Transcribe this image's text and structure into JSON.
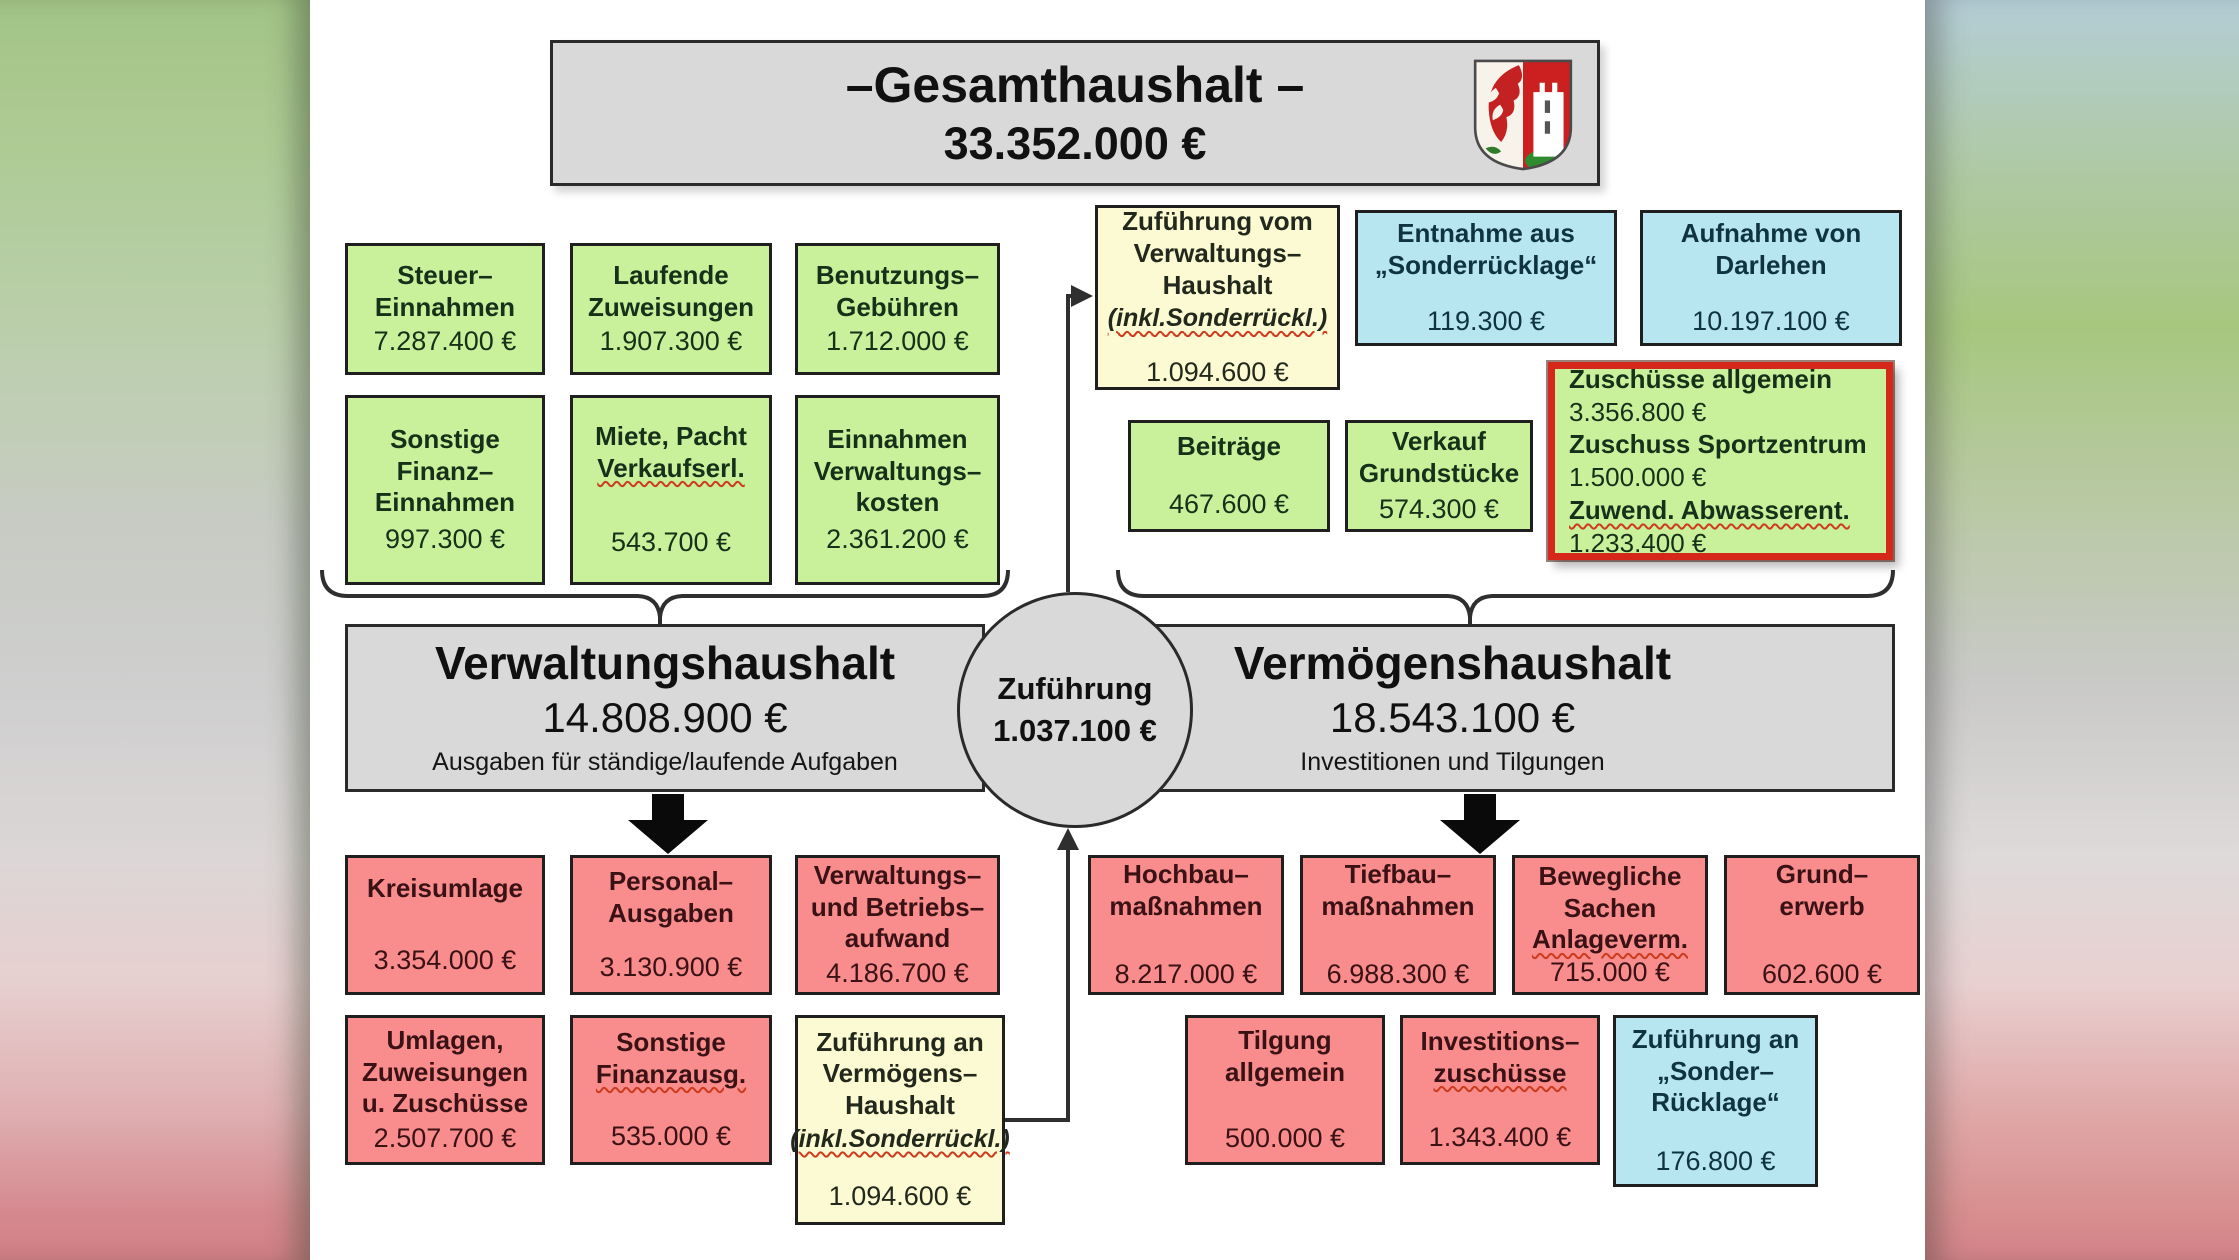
{
  "title_box": {
    "title": "–Gesamthaushalt –",
    "amount": "33.352.000 €",
    "crest_icon": "coat-of-arms-icon"
  },
  "verwaltungshaushalt": {
    "title": "Verwaltungshaushalt",
    "amount": "14.808.900 €",
    "subtitle": "Ausgaben für ständige/laufende Aufgaben"
  },
  "vermoegenshaushalt": {
    "title": "Vermögenshaushalt",
    "amount": "18.543.100 €",
    "subtitle": "Investitionen und Tilgungen"
  },
  "zufuehrung_circle": {
    "title": "Zuführung",
    "amount": "1.037.100 €"
  },
  "verwaltung_einnahmen": [
    {
      "title": "Steuer–\nEinnahmen",
      "amount": "7.287.400 €"
    },
    {
      "title": "Laufende\nZuweisungen",
      "amount": "1.907.300 €"
    },
    {
      "title": "Benutzungs–\nGebühren",
      "amount": "1.712.000 €"
    },
    {
      "title": "Sonstige\nFinanz–\nEinnahmen",
      "amount": "997.300 €"
    },
    {
      "title": "Miete, Pacht",
      "title_wavy": "Verkaufserl.",
      "amount": "543.700 €"
    },
    {
      "title": "Einnahmen\nVerwaltungs–\nkosten",
      "amount": "2.361.200 €"
    }
  ],
  "vermoegen_einnahmen": {
    "zufuehrung_vom": {
      "title": "Zuführung vom\nVerwaltungs–\nHaushalt",
      "note": "(inkl.Sonderrückl.)",
      "amount": "1.094.600 €"
    },
    "entnahme": {
      "title": "Entnahme aus\n„Sonderrücklage“",
      "amount": "119.300 €"
    },
    "darlehen": {
      "title": "Aufnahme von\nDarlehen",
      "amount": "10.197.100 €"
    },
    "beitraege": {
      "title": "Beiträge",
      "amount": "467.600 €"
    },
    "verkauf": {
      "title": "Verkauf\nGrundstücke",
      "amount": "574.300 €"
    },
    "zuschuesse": {
      "rows": [
        {
          "label": "Zuschüsse allgemein",
          "amount": "3.356.800 €"
        },
        {
          "label": "Zuschuss Sportzentrum",
          "amount": "1.500.000 €"
        },
        {
          "label": "Zuwend. Abwasserent.",
          "amount": "1.233.400 €"
        }
      ]
    }
  },
  "verwaltung_ausgaben": [
    {
      "title": "Kreisumlage",
      "amount": "3.354.000 €"
    },
    {
      "title": "Personal–\nAusgaben",
      "amount": "3.130.900 €"
    },
    {
      "title": "Verwaltungs–\nund Betriebs–\naufwand",
      "amount": "4.186.700 €"
    },
    {
      "title": "Umlagen,\nZuweisungen\nu. Zuschüsse",
      "amount": "2.507.700 €"
    },
    {
      "title": "Sonstige",
      "title_wavy": "Finanzausg.",
      "amount": "535.000 €"
    },
    {
      "title": "Zuführung an\nVermögens–\nHaushalt",
      "note": "(inkl.Sonderrückl.)",
      "amount": "1.094.600 €"
    }
  ],
  "vermoegen_ausgaben": [
    {
      "title": "Hochbau–\nmaßnahmen",
      "amount": "8.217.000 €"
    },
    {
      "title": "Tiefbau–\nmaßnahmen",
      "amount": "6.988.300 €"
    },
    {
      "title": "Bewegliche\nSachen",
      "title_wavy": "Anlageverm.",
      "amount": "715.000 €"
    },
    {
      "title": "Grund–\nerwerb",
      "amount": "602.600 €"
    },
    {
      "title": "Tilgung\nallgemein",
      "amount": "500.000 €"
    },
    {
      "title": "Investitions–",
      "title_wavy": "zuschüsse",
      "amount": "1.343.400 €"
    },
    {
      "title": "Zuführung an\n„Sonder–\nRücklage“",
      "amount": "176.800 €"
    }
  ],
  "colors": {
    "revenue_green": "#c9f19c",
    "expense_red": "#f98c8c",
    "special_blue": "#b7e6f1",
    "transfer_yellow": "#fbfad3",
    "panel_gray": "#d9d9d9",
    "highlight_border_red": "#d6281a",
    "spellcheck_wavy_red": "#cc3b1e"
  }
}
